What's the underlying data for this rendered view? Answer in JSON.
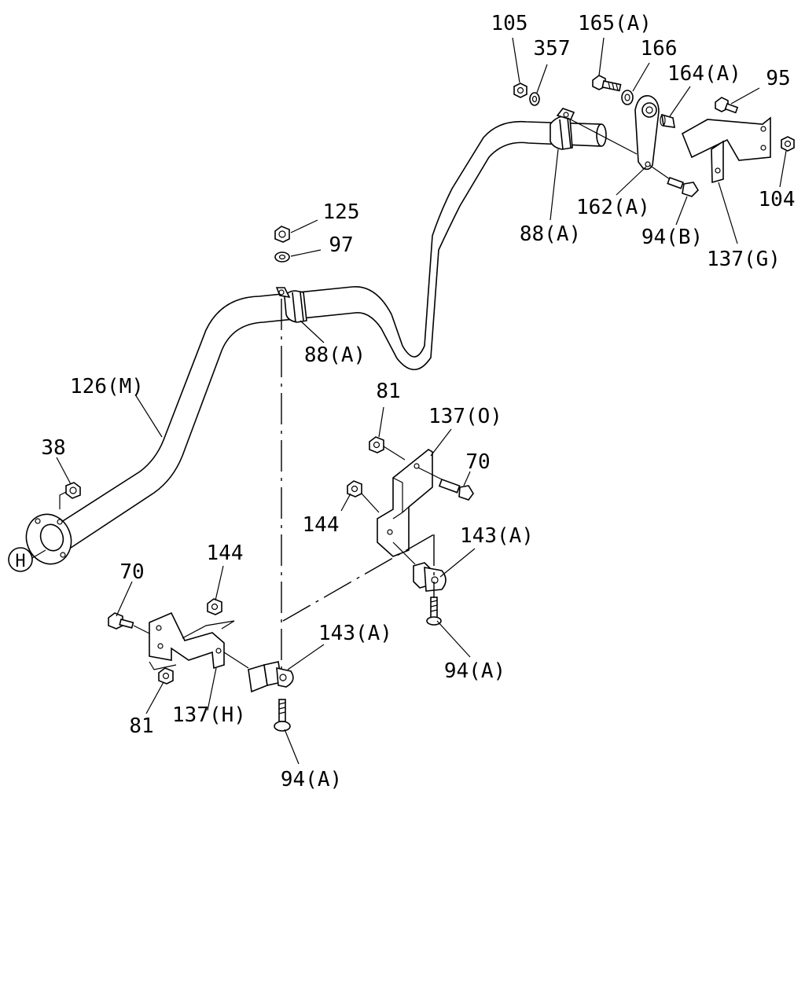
{
  "callouts": {
    "p105": "105",
    "p357": "357",
    "p165a": "165(A)",
    "p166": "166",
    "p164a": "164(A)",
    "p95": "95",
    "p104": "104",
    "p162a": "162(A)",
    "p94b": "94(B)",
    "p137g": "137(G)",
    "p88a_top": "88(A)",
    "p125": "125",
    "p97": "97",
    "p88a_mid": "88(A)",
    "p126m": "126(M)",
    "p38": "38",
    "p81_top": "81",
    "p137o": "137(O)",
    "p70_top": "70",
    "p144_mid": "144",
    "p143a_right": "143(A)",
    "p94a_right": "94(A)",
    "p70_left": "70",
    "p144_left": "144",
    "p143a_left": "143(A)",
    "p81_left": "81",
    "p137h": "137(H)",
    "p94a_bottom": "94(A)",
    "marker_h": "H"
  }
}
